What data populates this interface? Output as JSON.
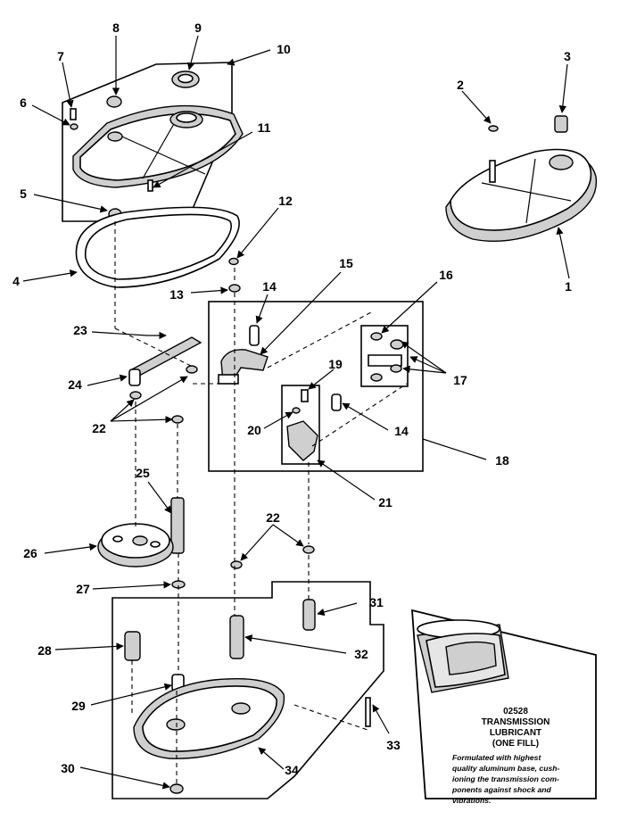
{
  "callouts": [
    "1",
    "2",
    "3",
    "4",
    "5",
    "6",
    "7",
    "8",
    "9",
    "10",
    "11",
    "12",
    "13",
    "14",
    "14",
    "15",
    "16",
    "17",
    "18",
    "19",
    "20",
    "21",
    "22",
    "22",
    "23",
    "24",
    "25",
    "26",
    "27",
    "28",
    "29",
    "30",
    "31",
    "32",
    "33",
    "34"
  ],
  "lubricant": {
    "part_number": "02528",
    "line1": "TRANSMISSION",
    "line2": "LUBRICANT",
    "line3": "(ONE FILL)",
    "desc": [
      "Formulated with highest",
      "quality aluminum base, cush-",
      "ioning the transmission com-",
      "ponents against shock and",
      "vibrations."
    ]
  }
}
